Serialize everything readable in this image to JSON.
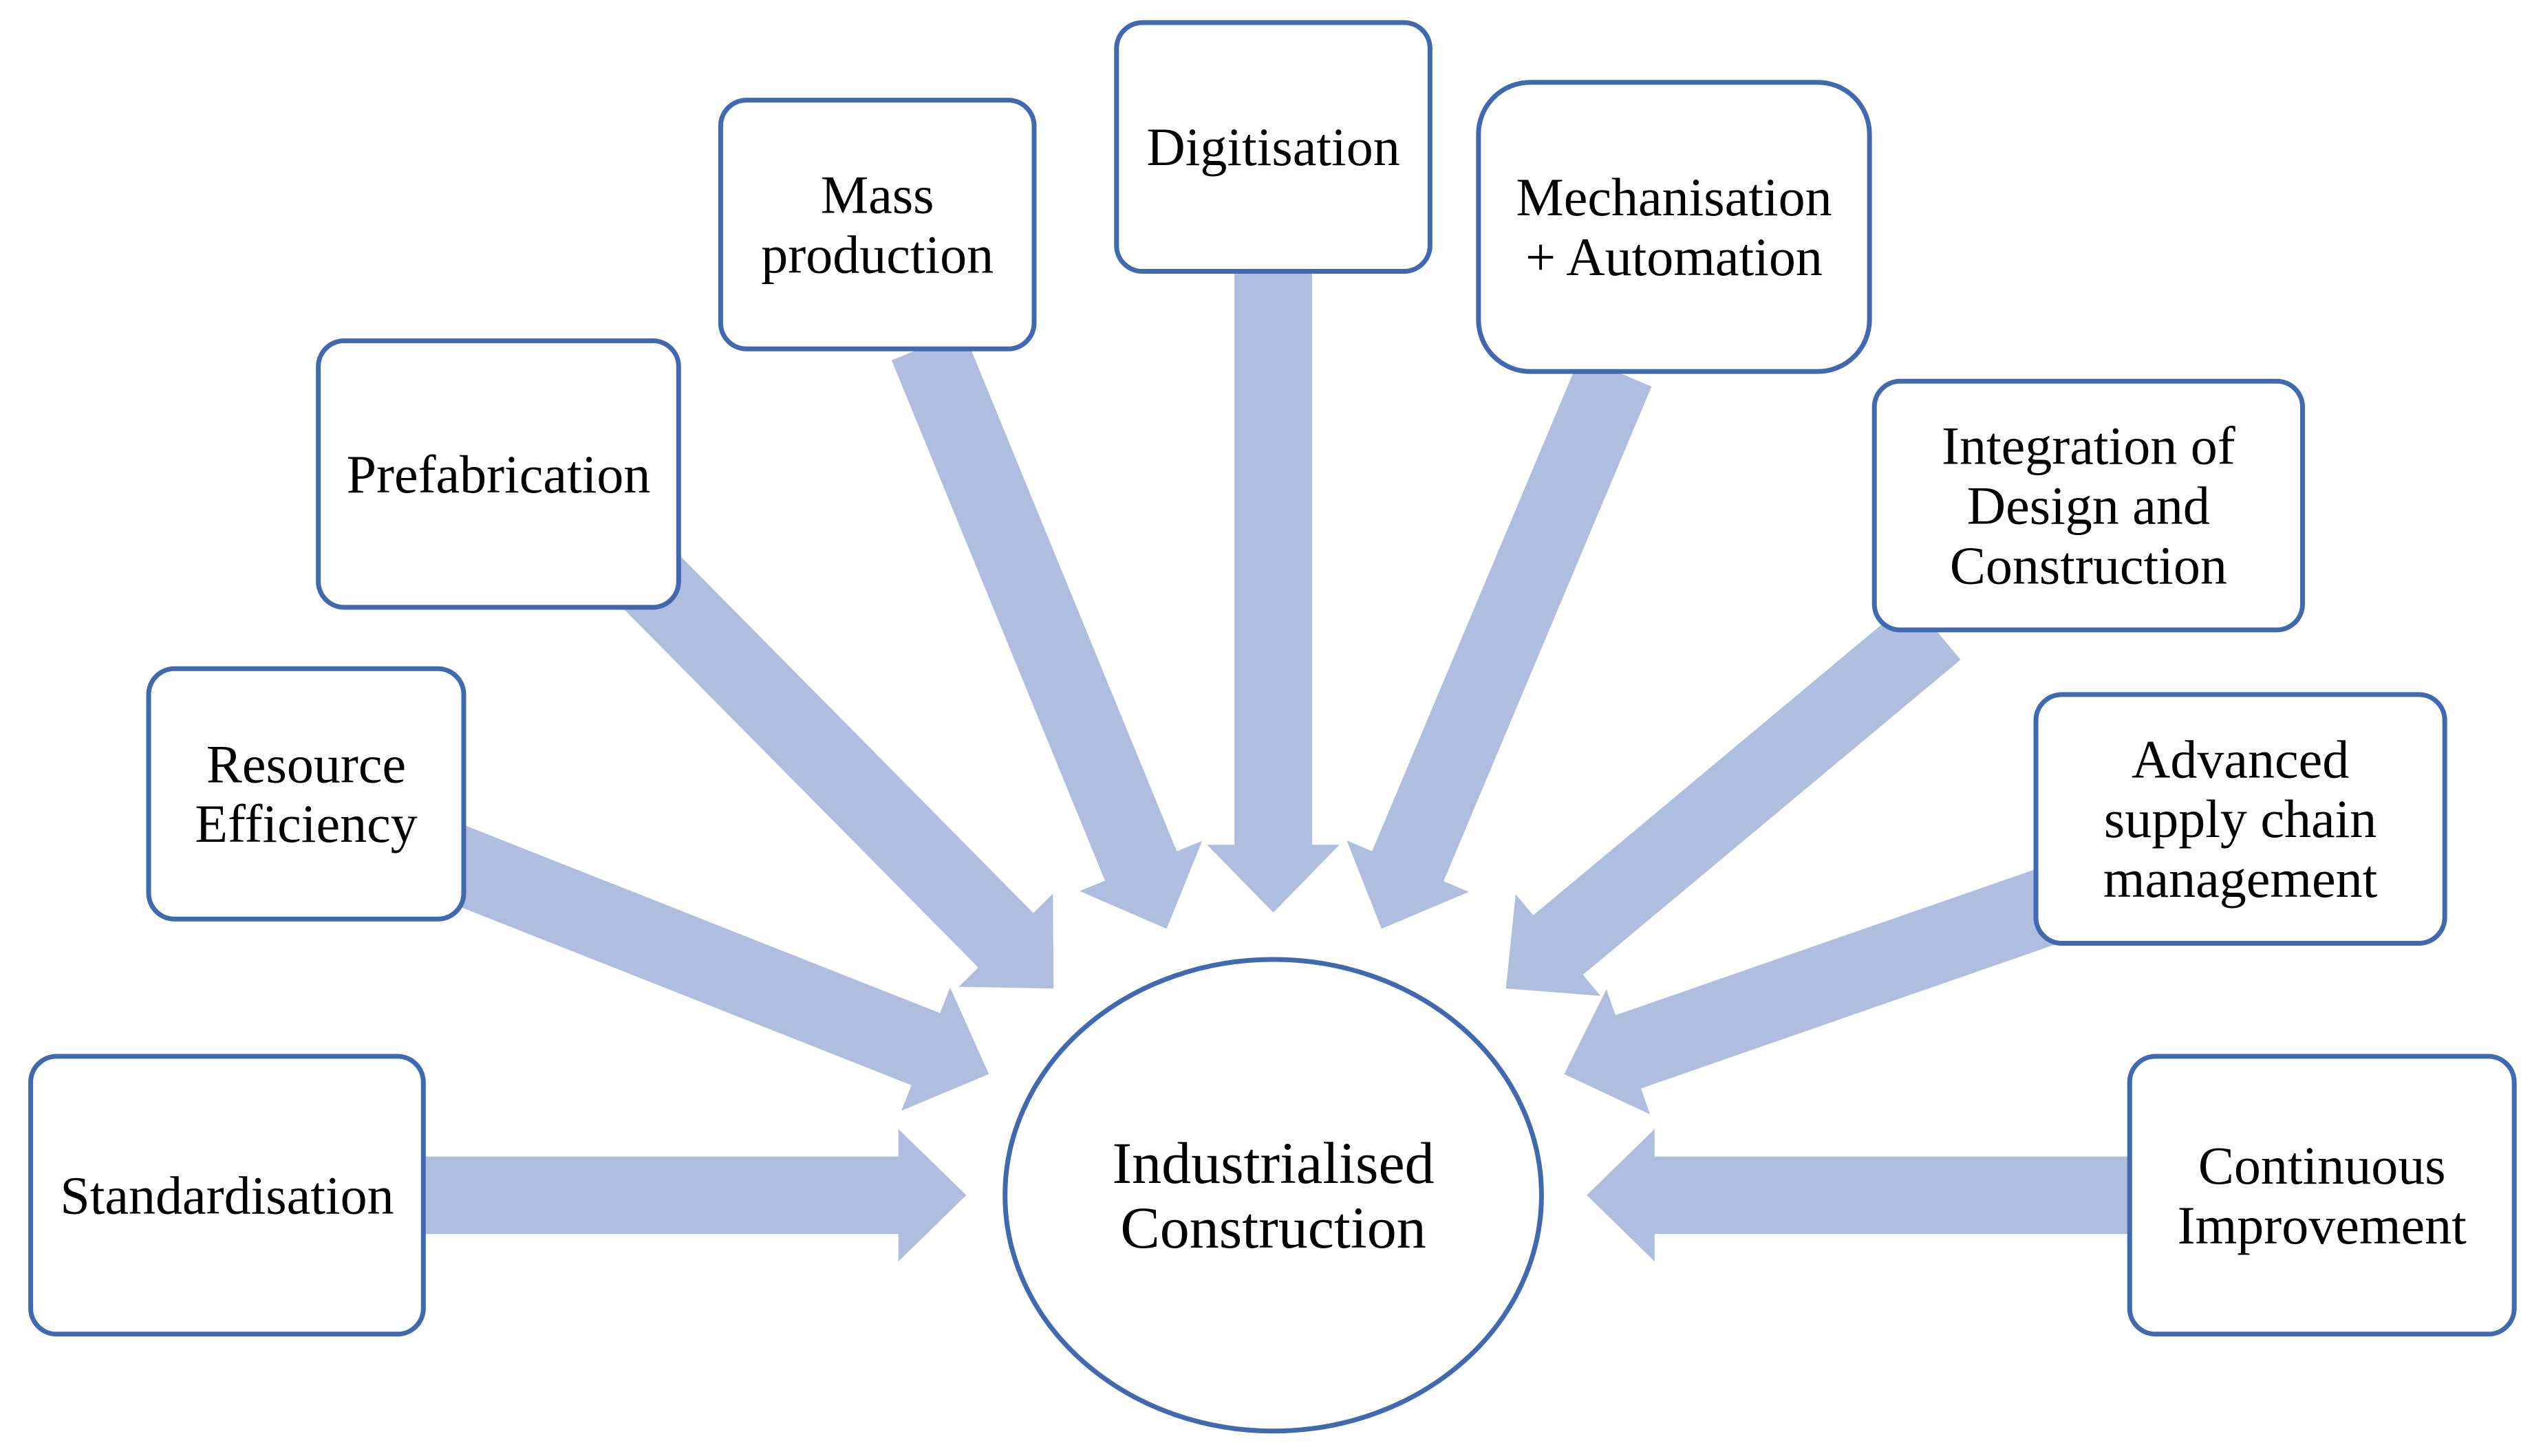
{
  "colors": {
    "box_stroke": "#4169b0",
    "arrow_fill": "#afbddf",
    "background": "#ffffff",
    "text": "#000000"
  },
  "hub": {
    "lines": [
      "Industrialised",
      "Construction"
    ]
  },
  "nodes": [
    {
      "id": "standardisation",
      "lines": [
        "Standardisation"
      ]
    },
    {
      "id": "resource-efficiency",
      "lines": [
        "Resource",
        "Efficiency"
      ]
    },
    {
      "id": "prefabrication",
      "lines": [
        "Prefabrication"
      ]
    },
    {
      "id": "mass-production",
      "lines": [
        "Mass",
        "production"
      ]
    },
    {
      "id": "digitisation",
      "lines": [
        "Digitisation"
      ]
    },
    {
      "id": "mechanisation-automation",
      "lines": [
        "Mechanisation",
        "+  Automation"
      ]
    },
    {
      "id": "integration-design-construction",
      "lines": [
        "Integration of",
        "Design and",
        "Construction"
      ]
    },
    {
      "id": "advanced-supply-chain",
      "lines": [
        "Advanced",
        "supply chain",
        "management"
      ]
    },
    {
      "id": "continuous-improvement",
      "lines": [
        "Continuous",
        "Improvement"
      ]
    }
  ]
}
